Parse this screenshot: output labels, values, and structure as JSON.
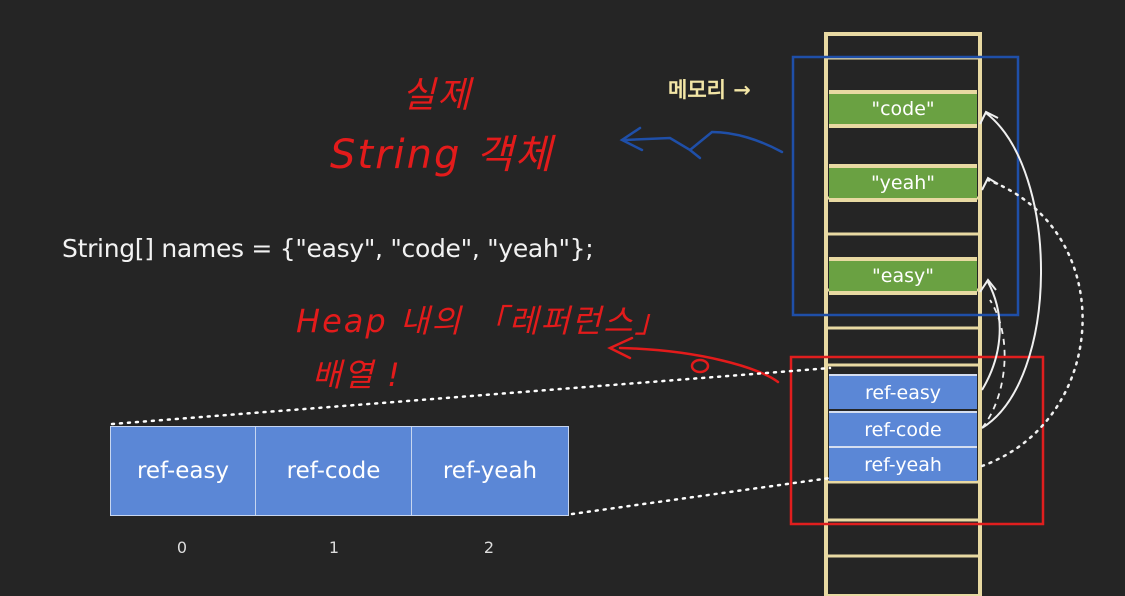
{
  "code": "String[] names = {\"easy\", \"code\", \"yeah\"};",
  "array": {
    "cells": [
      "ref-easy",
      "ref-code",
      "ref-yeah"
    ],
    "indices": [
      "0",
      "1",
      "2"
    ]
  },
  "memory": {
    "label": "메모리 →",
    "strings": [
      "\"code\"",
      "\"yeah\"",
      "\"easy\""
    ],
    "refs": [
      "ref-easy",
      "ref-code",
      "ref-yeah"
    ]
  },
  "annotations": {
    "actual_title": "실제",
    "actual_string_objects": "String 객체",
    "heap_ref_array_1": "Heap 내의 「레퍼런스」",
    "heap_ref_array_2": "배열 !"
  },
  "colors": {
    "background": "#252525",
    "ref_blue": "#5b87d6",
    "string_green": "#6aa142",
    "memory_frame": "#e8d9a2",
    "blue_box": "#1f4fa8",
    "red_box": "#e01e1e",
    "handwriting_red": "#e31b1b"
  }
}
